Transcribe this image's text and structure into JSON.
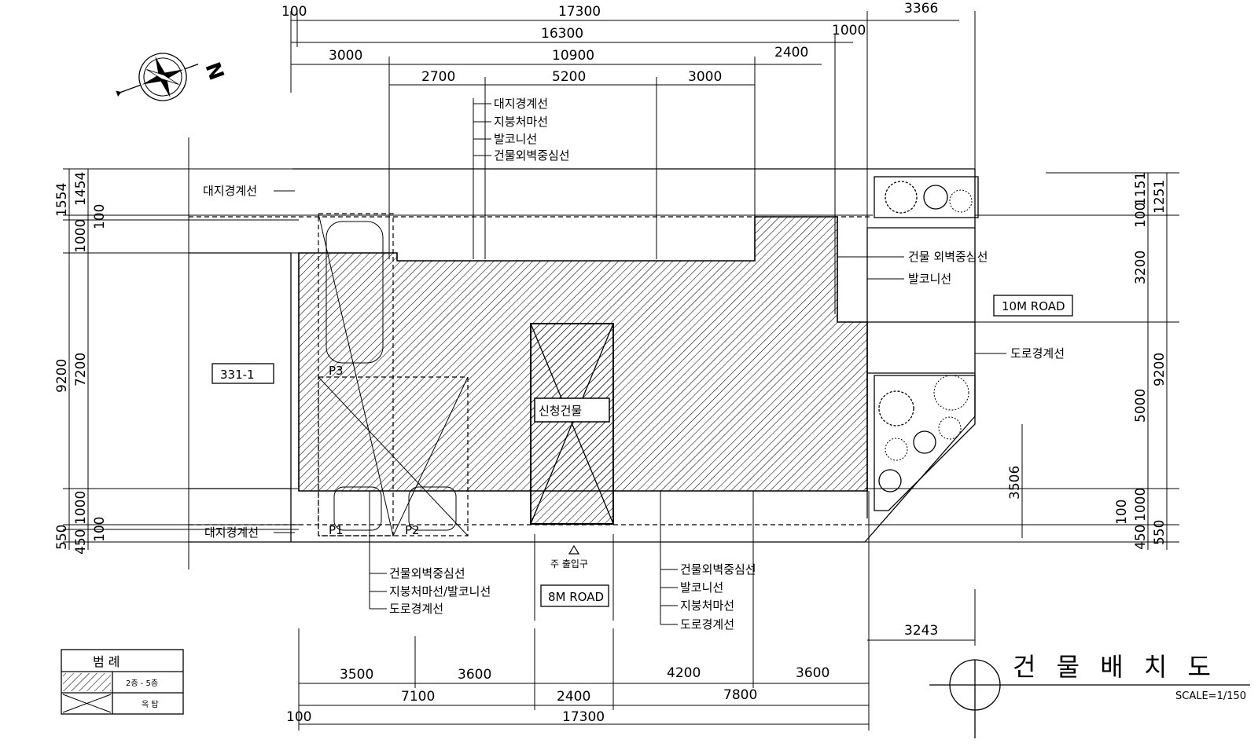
{
  "title": {
    "text": "건 물 배 치 도",
    "scale": "SCALE=1/150"
  },
  "north": "N",
  "roads": {
    "top_right": "10M ROAD",
    "bottom": "8M ROAD"
  },
  "lot_label": "331-1",
  "building_label": "신청건물",
  "entrance": "주 출입구",
  "parking": {
    "p1": "P1",
    "p2": "P2",
    "p3": "P3"
  },
  "callouts": {
    "top_center": [
      "대지경계선",
      "지붕처마선",
      "발코니선",
      "건물외벽중심선"
    ],
    "left_top": "대지경계선",
    "left_bottom": "대지경계선",
    "right_middle": [
      "건물 외벽중심선",
      "발코니선"
    ],
    "right_road": "도로경계선",
    "bottom_left": [
      "건물외벽중심선",
      "지붕처마선/발코니선",
      "도로경계선"
    ],
    "bottom_right": [
      "건물외벽중심선",
      "발코니선",
      "지붕처마선",
      "도로경계선"
    ]
  },
  "dims_top": {
    "row1": [
      "100",
      "17300",
      "3366"
    ],
    "row2": [
      "16300",
      "1000"
    ],
    "row3": [
      "3000",
      "10900",
      "2400"
    ],
    "row4": [
      "2700",
      "5200",
      "3000"
    ]
  },
  "dims_left": {
    "outer": [
      "1554",
      "9200",
      "550"
    ],
    "inner": [
      "1454",
      "1000",
      "7200",
      "1000",
      "450"
    ],
    "small": [
      "100",
      "100"
    ]
  },
  "dims_right": {
    "outer": [
      "1251",
      "9200",
      "550"
    ],
    "inner": [
      "1151",
      "100",
      "3200",
      "5000",
      "1000",
      "450"
    ],
    "small": [
      "100"
    ],
    "diag": "3506",
    "side": "3243"
  },
  "dims_bottom": {
    "row1": [
      "3500",
      "3600",
      "4200",
      "3600"
    ],
    "row2": [
      "7100",
      "2400",
      "7800"
    ],
    "row3": [
      "100",
      "17300"
    ]
  },
  "legend": {
    "title": "범 례",
    "hatch": "2층 - 5층",
    "cross": "옥 탑"
  }
}
